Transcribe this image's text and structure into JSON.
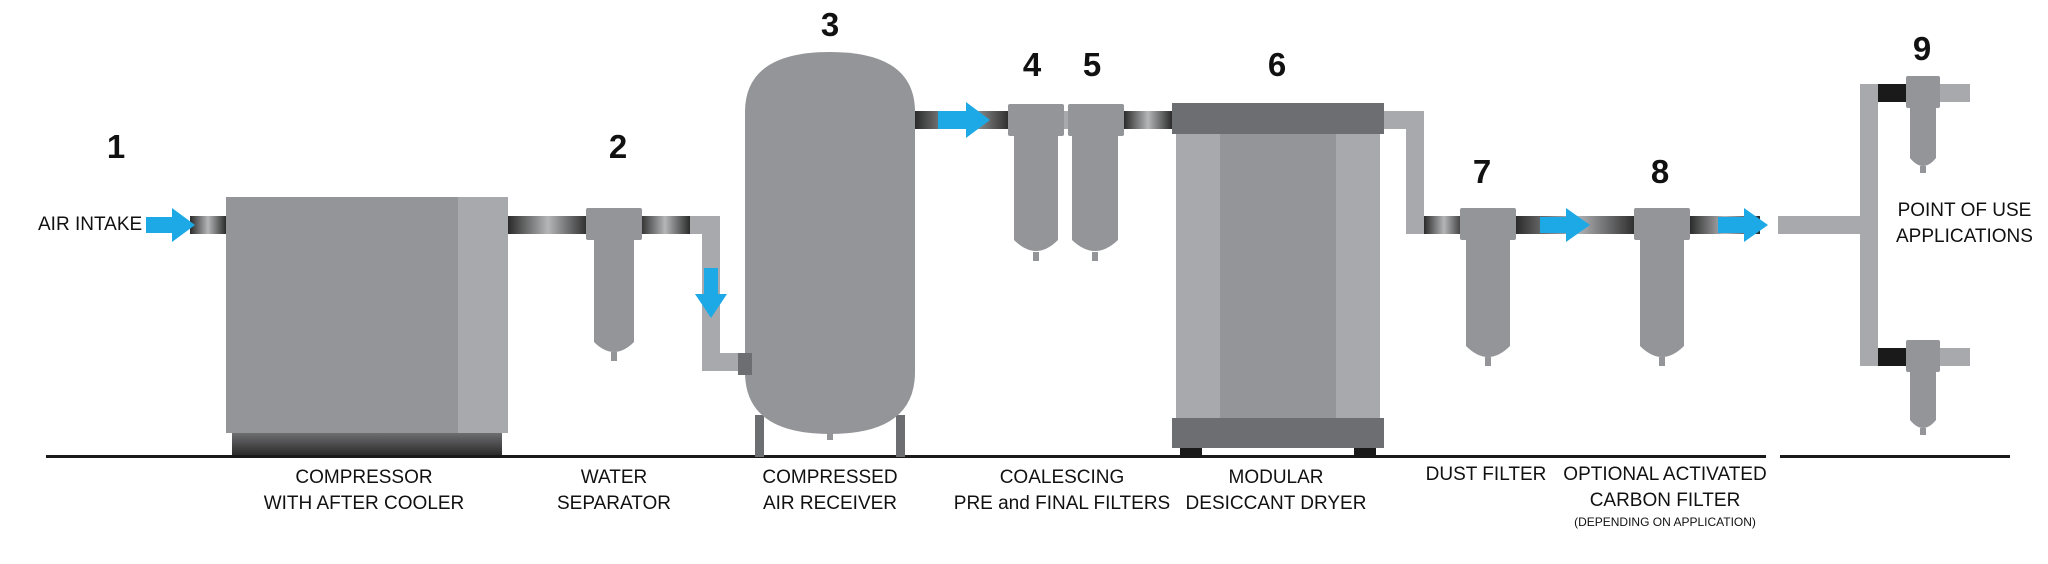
{
  "numbers": [
    "1",
    "2",
    "3",
    "4",
    "5",
    "6",
    "7",
    "8",
    "9"
  ],
  "labels": {
    "air_intake": "AIR INTAKE",
    "compressor": [
      "COMPRESSOR",
      "WITH AFTER COOLER"
    ],
    "water_separator": [
      "WATER",
      "SEPARATOR"
    ],
    "air_receiver": [
      "COMPRESSED",
      "AIR RECEIVER"
    ],
    "coalescing": [
      "COALESCING",
      "PRE and FINAL FILTERS"
    ],
    "dryer": [
      "MODULAR",
      "DESICCANT DRYER"
    ],
    "dust_filter": "DUST FILTER",
    "carbon_filter": [
      "OPTIONAL ACTIVATED",
      "CARBON FILTER"
    ],
    "carbon_filter_note": "(DEPENDING ON APPLICATION)",
    "point_of_use": [
      "POINT OF USE",
      "APPLICATIONS"
    ]
  },
  "colors": {
    "equipment": "#939598",
    "equipment_light": "#a7a9ac",
    "equipment_dark": "#6d6e71",
    "pipe": "#a7a9ac",
    "flow_arrow": "#1ca9e6",
    "ground": "#1a1a1a"
  }
}
